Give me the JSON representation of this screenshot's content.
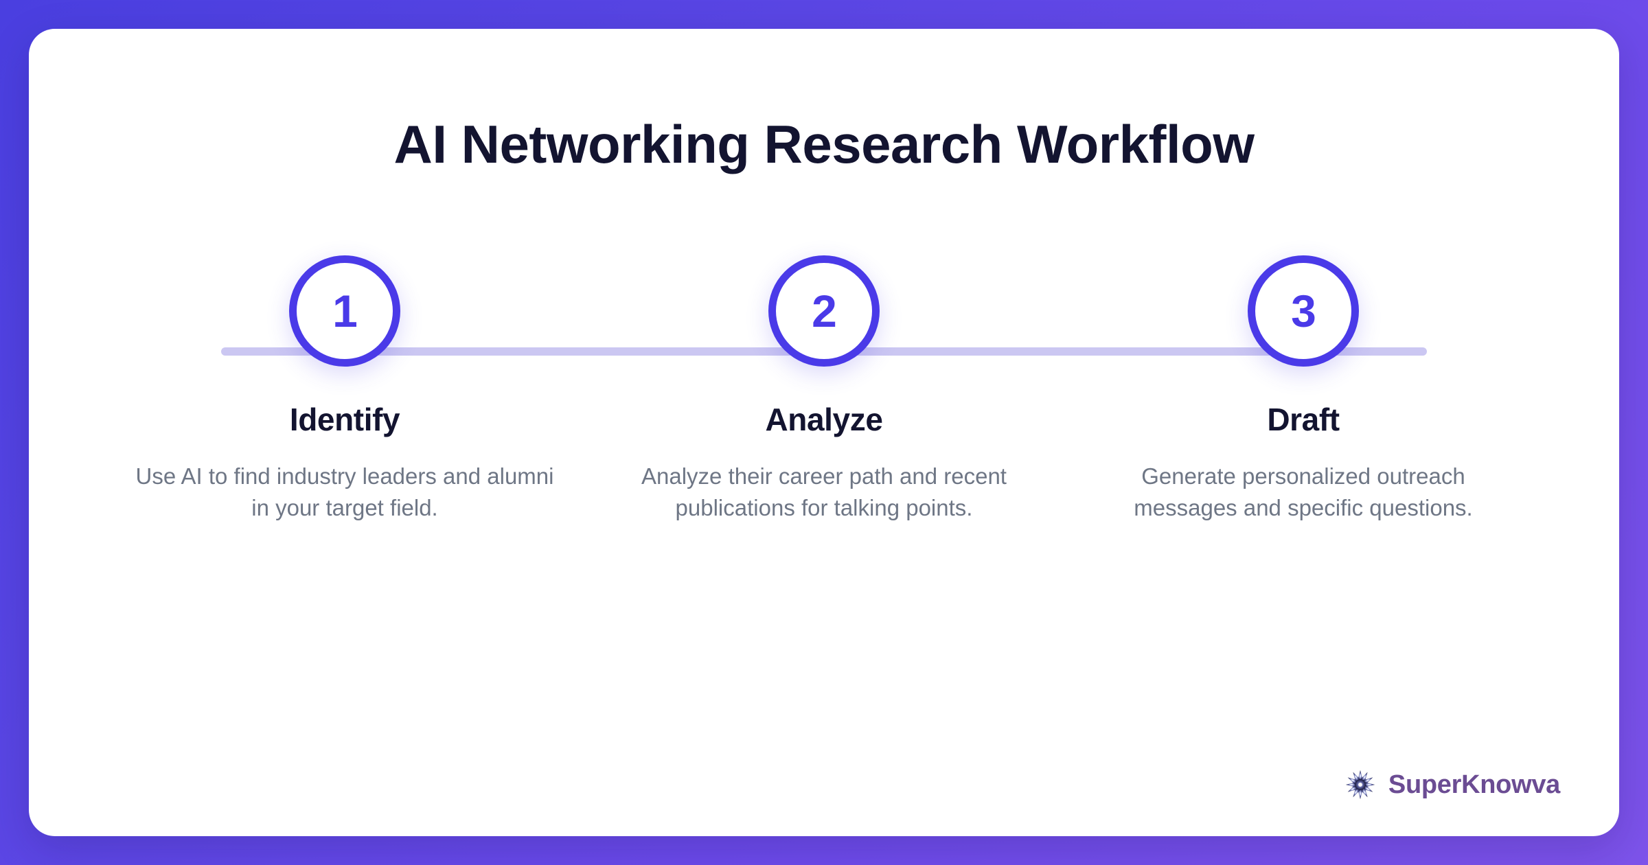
{
  "background": {
    "gradient_from": "#4a3fe0",
    "gradient_to": "#7d53ea"
  },
  "card": {
    "background": "#ffffff",
    "title": "AI Networking Research Workflow",
    "title_color": "#131430"
  },
  "workflow": {
    "accent_color": "#4a3ae8",
    "track_color": "#cbc7f2",
    "desc_color": "#6e7685",
    "steps": [
      {
        "number": "1",
        "label": "Identify",
        "description": "Use AI to find industry leaders and alumni in your target field."
      },
      {
        "number": "2",
        "label": "Analyze",
        "description": "Analyze their career path and recent publications for talking points."
      },
      {
        "number": "3",
        "label": "Draft",
        "description": "Generate personalized outreach messages and specific questions."
      }
    ]
  },
  "brand": {
    "icon": "starburst-icon",
    "name": "SuperKnowva",
    "name_color": "#6b4c93"
  }
}
